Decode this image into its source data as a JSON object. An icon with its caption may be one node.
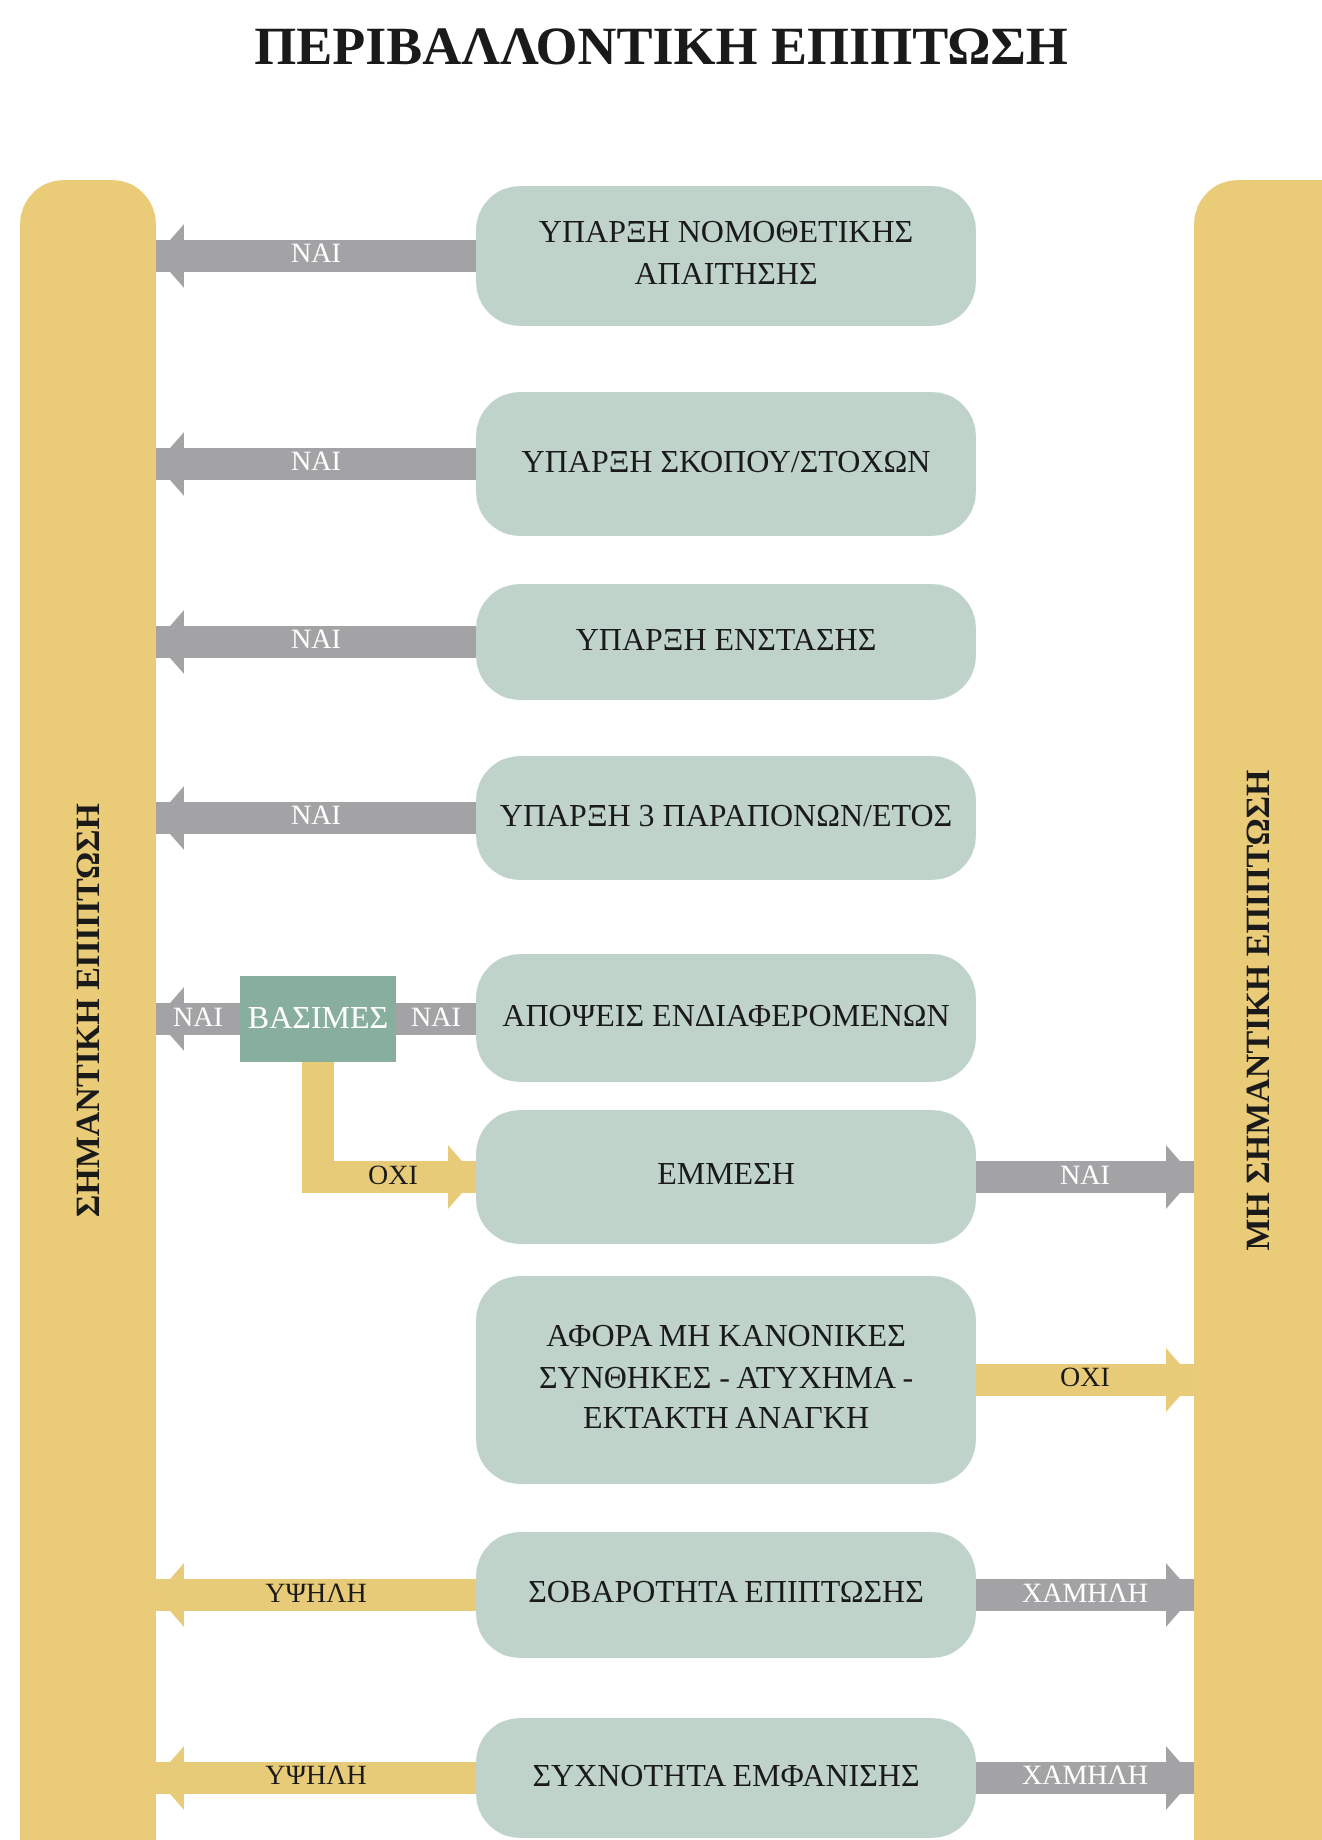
{
  "diagram": {
    "title": "ΠΕΡΙΒΑΛΛΟΝΤΙΚΗ ΕΠΙΠΤΩΣΗ",
    "nodes": [
      {
        "text": [
          "ΣΗΜΑΝΤΙΚΗ ΕΠΙΠΤΩΣΗ"
        ]
      },
      {
        "text": [
          "ΜΗ ΣΗΜΑΝΤΙΚΗ ΕΠΙΠΤΩΣΗ"
        ]
      },
      {
        "text": [
          "ΥΠΑΡΞΗ ΝΟΜΟΘΕΤΙΚΗΣ ΑΠΑΙΤΗΣΗΣ"
        ]
      },
      {
        "text": [
          "ΥΠΑΡΞΗ ΣΚΟΠΟΥ/ΣΤΟΧΩΝ"
        ]
      },
      {
        "text": [
          "ΥΠΑΡΞΗ ΕΝΣΤΑΣΗΣ"
        ]
      },
      {
        "text": [
          "ΥΠΑΡΞΗ 3 ΠΑΡΑΠΟΝΩΝ/ΕΤΟΣ"
        ]
      },
      {
        "text": [
          "ΑΠΟΨΕΙΣ ΕΝΔΙΑΦΕΡΟΜΕΝΩΝ"
        ]
      },
      {
        "text": [
          "ΒΑΣΙΜΕΣ"
        ]
      },
      {
        "text": [
          "ΕΜΜΕΣΗ"
        ]
      },
      {
        "text": [
          "ΑΦΟΡΑ ΜΗ ΚΑΝΟΝΙΚΕΣ ΣΥΝΘΗΚΕΣ - ΑΤΥΧΗΜΑ - ΕΚΤΑΚΤΗ ΑΝΑΓΚΗ"
        ]
      },
      {
        "text": [
          "ΣΟΒΑΡΟΤΗΤΑ ΕΠΙΠΤΩΣΗΣ"
        ]
      },
      {
        "text": [
          "ΣΥΧΝΟΤΗΤΑ ΕΜΦΑΝΙΣΗΣ"
        ]
      }
    ],
    "edges": [
      {
        "from": 2,
        "to": 0,
        "arrow": "to",
        "label": "ΝΑΙ"
      },
      {
        "from": 3,
        "to": 0,
        "arrow": "to",
        "label": "ΝΑΙ"
      },
      {
        "from": 4,
        "to": 0,
        "arrow": "to",
        "label": "ΝΑΙ"
      },
      {
        "from": 5,
        "to": 0,
        "arrow": "to",
        "label": "ΝΑΙ"
      },
      {
        "from": 6,
        "to": 7,
        "arrow": "none",
        "label": "ΝΑΙ"
      },
      {
        "from": 7,
        "to": 0,
        "arrow": "to",
        "label": "ΝΑΙ"
      },
      {
        "from": 7,
        "to": 8,
        "arrow": "to",
        "label": "ΟΧΙ",
        "color": "#e8cb78"
      },
      {
        "from": 8,
        "to": 1,
        "arrow": "to",
        "label": "ΝΑΙ"
      },
      {
        "from": 9,
        "to": 1,
        "arrow": "to",
        "label": "ΟΧΙ",
        "color": "#e8cb78"
      },
      {
        "from": 10,
        "to": 0,
        "arrow": "to",
        "label": "ΥΨΗΛΗ",
        "color": "#e8cb78"
      },
      {
        "from": 10,
        "to": 1,
        "arrow": "to",
        "label": "ΧΑΜΗΛΗ"
      },
      {
        "from": 11,
        "to": 0,
        "arrow": "to",
        "label": "ΥΨΗΛΗ",
        "color": "#e8cb78"
      },
      {
        "from": 11,
        "to": 1,
        "arrow": "to",
        "label": "ΧΑΜΗΛΗ"
      }
    ]
  }
}
